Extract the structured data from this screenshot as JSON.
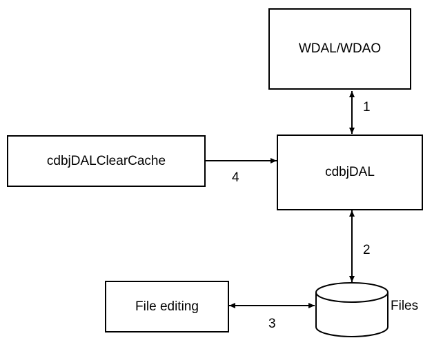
{
  "nodes": {
    "wdal": "WDAL/WDAO",
    "clearcache": "cdbjDALClearCache",
    "cdbjdal": "cdbjDAL",
    "file_editing": "File editing",
    "files": "Files"
  },
  "edges": {
    "e1": "1",
    "e2": "2",
    "e3": "3",
    "e4": "4"
  }
}
